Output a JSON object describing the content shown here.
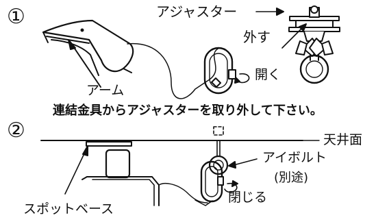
{
  "step1": {
    "number": "①",
    "labels": {
      "adjuster": "アジャスター",
      "remove": "外す",
      "open": "開く",
      "arm": "アーム"
    },
    "caption": "連結金具からアジャスターを取り外して下さい。"
  },
  "step2": {
    "number": "②",
    "labels": {
      "ceiling": "天井面",
      "eyebolt": "アイボルト",
      "separate": "(別途)",
      "close": "閉じる",
      "spot_base": "スポットベース"
    }
  },
  "icons": {
    "step1": [
      "arm-icon",
      "cord-icon",
      "carabiner-icon",
      "adjuster-icon",
      "rotate-arrow-icon"
    ],
    "step2": [
      "ceiling-line-icon",
      "spot-base-icon",
      "eyebolt-icon",
      "carabiner-icon",
      "rotate-arrow-icon"
    ]
  },
  "colors": {
    "line": "#111111",
    "background": "#ffffff"
  }
}
